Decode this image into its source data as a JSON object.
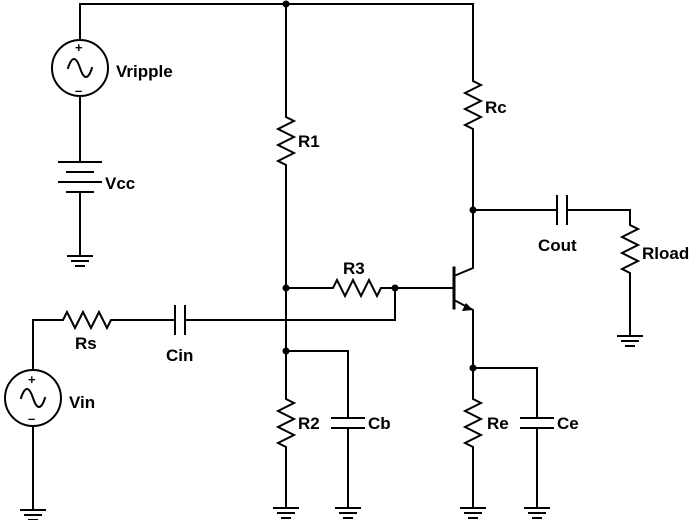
{
  "labels": {
    "vripple": "Vripple",
    "vcc": "Vcc",
    "vin": "Vin",
    "rs": "Rs",
    "cin": "Cin",
    "r1": "R1",
    "r2": "R2",
    "r3": "R3",
    "cb": "Cb",
    "rc": "Rc",
    "re": "Re",
    "ce": "Ce",
    "cout": "Cout",
    "rload": "Rload"
  },
  "signs": {
    "plus": "+",
    "minus": "–"
  }
}
